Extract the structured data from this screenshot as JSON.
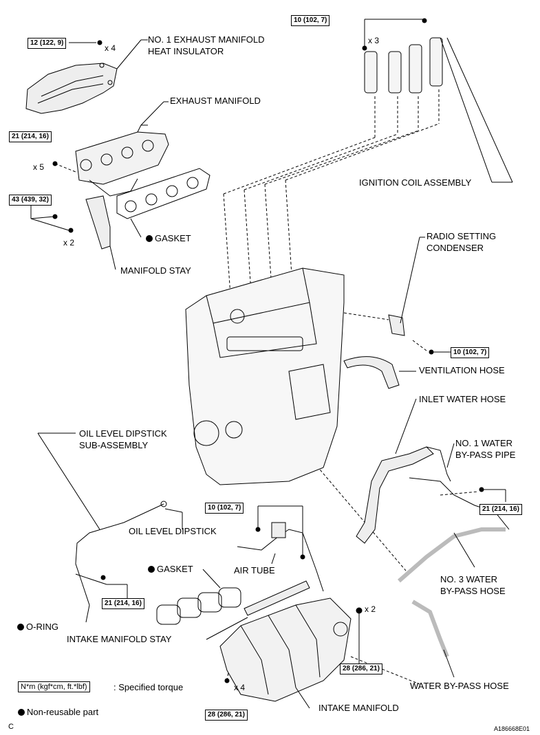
{
  "labels": {
    "exhaust_insulator": "NO. 1 EXHAUST MANIFOLD",
    "exhaust_insulator_2": "HEAT INSULATOR",
    "exhaust_manifold": "EXHAUST MANIFOLD",
    "gasket_exhaust": "GASKET",
    "manifold_stay": "MANIFOLD STAY",
    "ignition_coil": "IGNITION COIL ASSEMBLY",
    "radio_condenser": "RADIO SETTING",
    "radio_condenser_2": "CONDENSER",
    "ventilation_hose": "VENTILATION HOSE",
    "inlet_water_hose": "INLET WATER HOSE",
    "bypass_pipe": "NO. 1 WATER",
    "bypass_pipe_2": "BY-PASS PIPE",
    "oil_dipstick_sub": "OIL LEVEL DIPSTICK",
    "oil_dipstick_sub_2": "SUB-ASSEMBLY",
    "oil_dipstick": "OIL LEVEL DIPSTICK",
    "gasket_intake": "GASKET",
    "air_tube": "AIR TUBE",
    "bypass_hose3": "NO. 3 WATER",
    "bypass_hose3_2": "BY-PASS HOSE",
    "o_ring": "O-RING",
    "intake_stay": "INTAKE MANIFOLD STAY",
    "water_bypass_hose": "WATER BY-PASS HOSE",
    "intake_manifold": "INTAKE MANIFOLD"
  },
  "torques": {
    "t_insulator": "12 (122, 9)",
    "t_coil": "10 (102, 7)",
    "t_exhaust": "21 (214, 16)",
    "t_stay": "43 (439, 32)",
    "t_condenser": "10 (102, 7)",
    "t_bypass": "21 (214, 16)",
    "t_air": "10 (102, 7)",
    "t_dipstick": "21 (214, 16)",
    "t_intake_right": "28 (286, 21)",
    "t_intake_bottom": "28 (286, 21)"
  },
  "quantities": {
    "q_insulator": "x 4",
    "q_coil": "x 3",
    "q_exhaust": "x 5",
    "q_stay": "x 2",
    "q_intake_right": "x 2",
    "q_intake_bottom": "x 4"
  },
  "legend": {
    "torque_box": "N*m (kgf*cm, ft.*lbf)",
    "torque_text": ": Specified torque",
    "nonreusable": "Non-reusable part"
  },
  "corner": {
    "left": "C",
    "right": "A186668E01"
  }
}
